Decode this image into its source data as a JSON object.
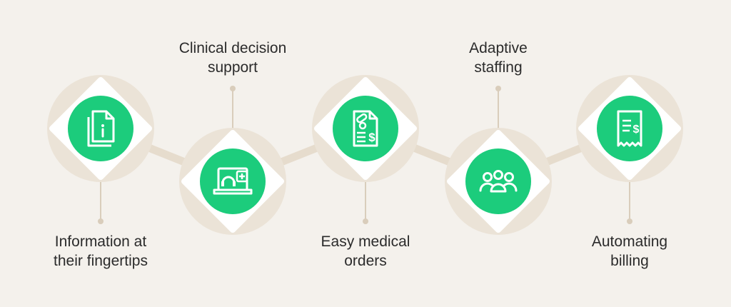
{
  "colors": {
    "background": "#f4f1ec",
    "halo": "#ebe3d7",
    "connector": "#e6dccd",
    "stem": "#d9cdbb",
    "diamond": "#ffffff",
    "accent": "#1ccc7c",
    "text": "#2b2b2b"
  },
  "steps": [
    {
      "icon": "document-info-icon",
      "label_line1": "Information at",
      "label_line2": "their fingertips",
      "label_position": "below"
    },
    {
      "icon": "laptop-headset-medical-icon",
      "label_line1": "Clinical decision",
      "label_line2": "support",
      "label_position": "above"
    },
    {
      "icon": "prescription-bill-icon",
      "label_line1": "Easy medical",
      "label_line2": "orders",
      "label_position": "below"
    },
    {
      "icon": "team-group-icon",
      "label_line1": "Adaptive",
      "label_line2": "staffing",
      "label_position": "above"
    },
    {
      "icon": "receipt-dollar-icon",
      "label_line1": "Automating",
      "label_line2": "billing",
      "label_position": "below"
    }
  ]
}
